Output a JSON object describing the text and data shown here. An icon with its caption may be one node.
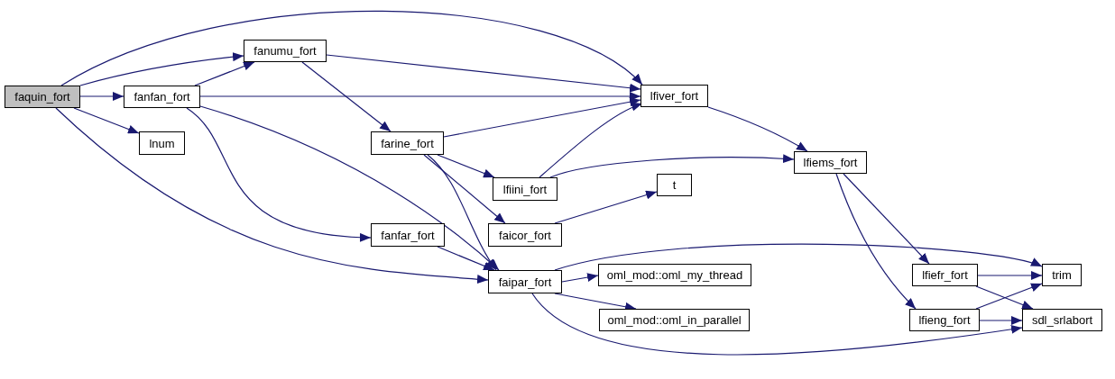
{
  "diagram": {
    "nodes": [
      {
        "text": [
          "faquin_fort"
        ]
      },
      {
        "text": [
          "fanumu_fort"
        ]
      },
      {
        "text": [
          "fanfan_fort"
        ]
      },
      {
        "text": [
          "lnum"
        ]
      },
      {
        "text": [
          "lfiver_fort"
        ]
      },
      {
        "text": [
          "farine_fort"
        ]
      },
      {
        "text": [
          "lfiini_fort"
        ]
      },
      {
        "text": [
          "lfiems_fort"
        ]
      },
      {
        "text": [
          "t"
        ]
      },
      {
        "text": [
          "faicor_fort"
        ]
      },
      {
        "text": [
          "fanfar_fort"
        ]
      },
      {
        "text": [
          "faipar_fort"
        ]
      },
      {
        "text": [
          "oml_mod::oml_my_thread"
        ]
      },
      {
        "text": [
          "oml_mod::oml_in_parallel"
        ]
      },
      {
        "text": [
          "lfiefr_fort"
        ]
      },
      {
        "text": [
          "lfieng_fort"
        ]
      },
      {
        "text": [
          "trim"
        ]
      },
      {
        "text": [
          "sdl_srlabort"
        ]
      }
    ],
    "edges": [
      {
        "from": 0,
        "to": 1,
        "arrow": "to"
      },
      {
        "from": 0,
        "to": 2,
        "arrow": "to"
      },
      {
        "from": 0,
        "to": 3,
        "arrow": "to"
      },
      {
        "from": 0,
        "to": 4,
        "arrow": "to"
      },
      {
        "from": 2,
        "to": 1,
        "arrow": "to"
      },
      {
        "from": 2,
        "to": 4,
        "arrow": "to"
      },
      {
        "from": 2,
        "to": 11,
        "arrow": "to"
      },
      {
        "from": 2,
        "to": 10,
        "arrow": "to"
      },
      {
        "from": 1,
        "to": 4,
        "arrow": "to"
      },
      {
        "from": 1,
        "to": 5,
        "arrow": "to"
      },
      {
        "from": 5,
        "to": 4,
        "arrow": "to"
      },
      {
        "from": 5,
        "to": 6,
        "arrow": "to"
      },
      {
        "from": 5,
        "to": 9,
        "arrow": "to"
      },
      {
        "from": 5,
        "to": 11,
        "arrow": "to"
      },
      {
        "from": 6,
        "to": 4,
        "arrow": "to"
      },
      {
        "from": 6,
        "to": 7,
        "arrow": "to"
      },
      {
        "from": 4,
        "to": 7,
        "arrow": "to"
      },
      {
        "from": 9,
        "to": 8,
        "arrow": "to"
      },
      {
        "from": 10,
        "to": 11,
        "arrow": "to"
      },
      {
        "from": 0,
        "to": 11,
        "arrow": "to"
      },
      {
        "from": 11,
        "to": 12,
        "arrow": "to"
      },
      {
        "from": 11,
        "to": 13,
        "arrow": "to"
      },
      {
        "from": 11,
        "to": 16,
        "arrow": "to"
      },
      {
        "from": 11,
        "to": 17,
        "arrow": "to"
      },
      {
        "from": 7,
        "to": 14,
        "arrow": "to"
      },
      {
        "from": 7,
        "to": 15,
        "arrow": "to"
      },
      {
        "from": 14,
        "to": 16,
        "arrow": "to"
      },
      {
        "from": 14,
        "to": 17,
        "arrow": "to"
      },
      {
        "from": 15,
        "to": 16,
        "arrow": "to"
      },
      {
        "from": 15,
        "to": 17,
        "arrow": "to"
      }
    ]
  }
}
